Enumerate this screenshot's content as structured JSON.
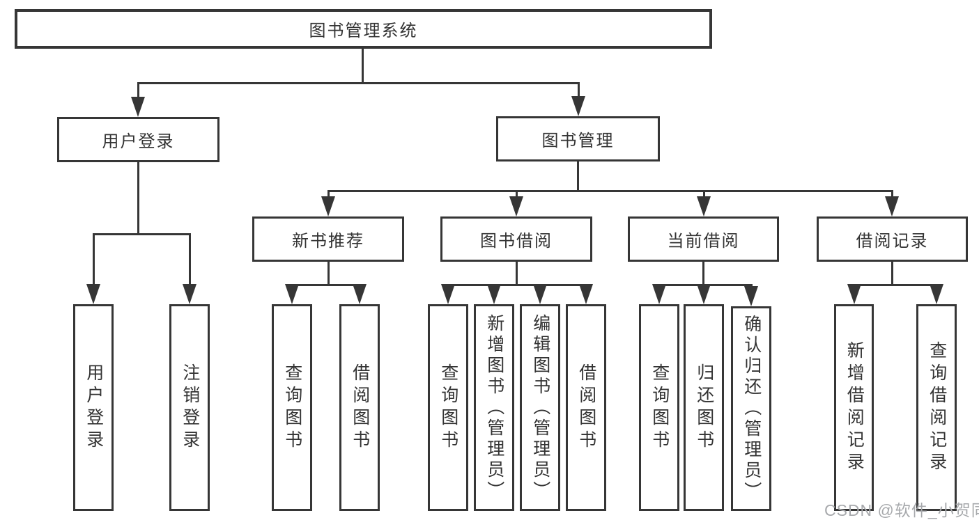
{
  "diagram": {
    "title": "图书管理系统",
    "nodes": {
      "root": {
        "label": "图书管理系统"
      },
      "user_login": {
        "label": "用户登录"
      },
      "book_management": {
        "label": "图书管理"
      },
      "new_book_recommendation": {
        "label": "新书推荐"
      },
      "book_borrowing": {
        "label": "图书借阅"
      },
      "current_borrowing": {
        "label": "当前借阅"
      },
      "borrowing_records": {
        "label": "借阅记录"
      }
    },
    "leaves": [
      {
        "label": "用户登录",
        "parent": "用户登录"
      },
      {
        "label": "注销登录",
        "parent": "用户登录"
      },
      {
        "label": "查询图书",
        "parent": "新书推荐"
      },
      {
        "label": "借阅图书",
        "parent": "新书推荐"
      },
      {
        "label": "查询图书",
        "parent": "图书借阅"
      },
      {
        "label": "新增图书（管理员）",
        "parent": "图书借阅"
      },
      {
        "label": "编辑图书（管理员）",
        "parent": "图书借阅"
      },
      {
        "label": "借阅图书",
        "parent": "图书借阅"
      },
      {
        "label": "查询图书",
        "parent": "当前借阅"
      },
      {
        "label": "归还图书",
        "parent": "当前借阅"
      },
      {
        "label": "确认归还（管理员）",
        "parent": "当前借阅"
      },
      {
        "label": "新增借阅记录",
        "parent": "借阅记录"
      },
      {
        "label": "查询借阅记录",
        "parent": "借阅记录"
      }
    ],
    "watermark": "CSDN @软件_小贺同学",
    "colors": {
      "line": "#363636",
      "border": "#363636",
      "text": "#333333",
      "watermark": "#a7a9ac",
      "background": "#ffffff"
    }
  }
}
